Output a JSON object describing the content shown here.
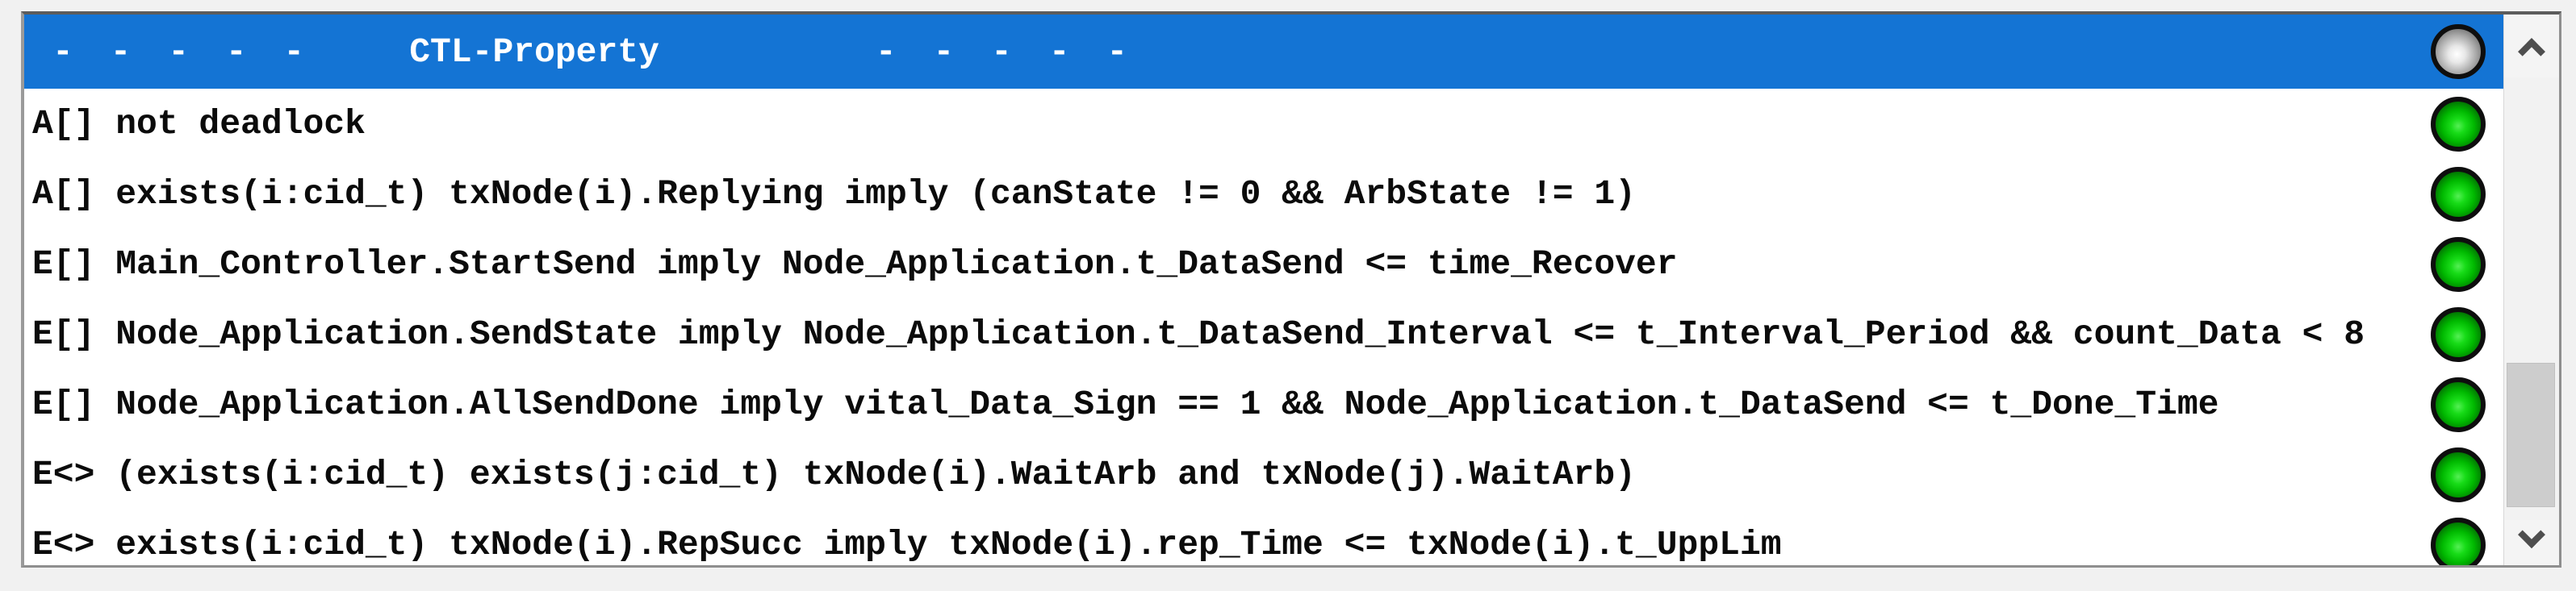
{
  "panel": {
    "header": {
      "dashes_left": "- - - - -",
      "title": "CTL-Property",
      "dashes_right": "- - - - -",
      "indicator_status": "unknown"
    },
    "properties": [
      {
        "formula": "A[] not deadlock",
        "status": "satisfied"
      },
      {
        "formula": "A[] exists(i:cid_t) txNode(i).Replying imply (canState != 0 && ArbState != 1)",
        "status": "satisfied"
      },
      {
        "formula": "E[] Main_Controller.StartSend imply Node_Application.t_DataSend <= time_Recover",
        "status": "satisfied"
      },
      {
        "formula": "E[] Node_Application.SendState imply Node_Application.t_DataSend_Interval <= t_Interval_Period && count_Data < 8",
        "status": "satisfied"
      },
      {
        "formula": "E[] Node_Application.AllSendDone imply vital_Data_Sign == 1 && Node_Application.t_DataSend <= t_Done_Time",
        "status": "satisfied"
      },
      {
        "formula": "E<> (exists(i:cid_t) exists(j:cid_t) txNode(i).WaitArb and txNode(j).WaitArb)",
        "status": "satisfied"
      },
      {
        "formula": "E<> exists(i:cid_t) txNode(i).RepSucc imply txNode(i).rep_Time <= txNode(i).t_UppLim",
        "status": "satisfied"
      }
    ],
    "colors": {
      "header_bg": "#1474d4",
      "header_text": "#ffffff",
      "status_satisfied": "#00b800",
      "status_unknown": "#ababab"
    },
    "scrollbar": {
      "up_icon": "chevron-up",
      "down_icon": "chevron-down"
    }
  }
}
